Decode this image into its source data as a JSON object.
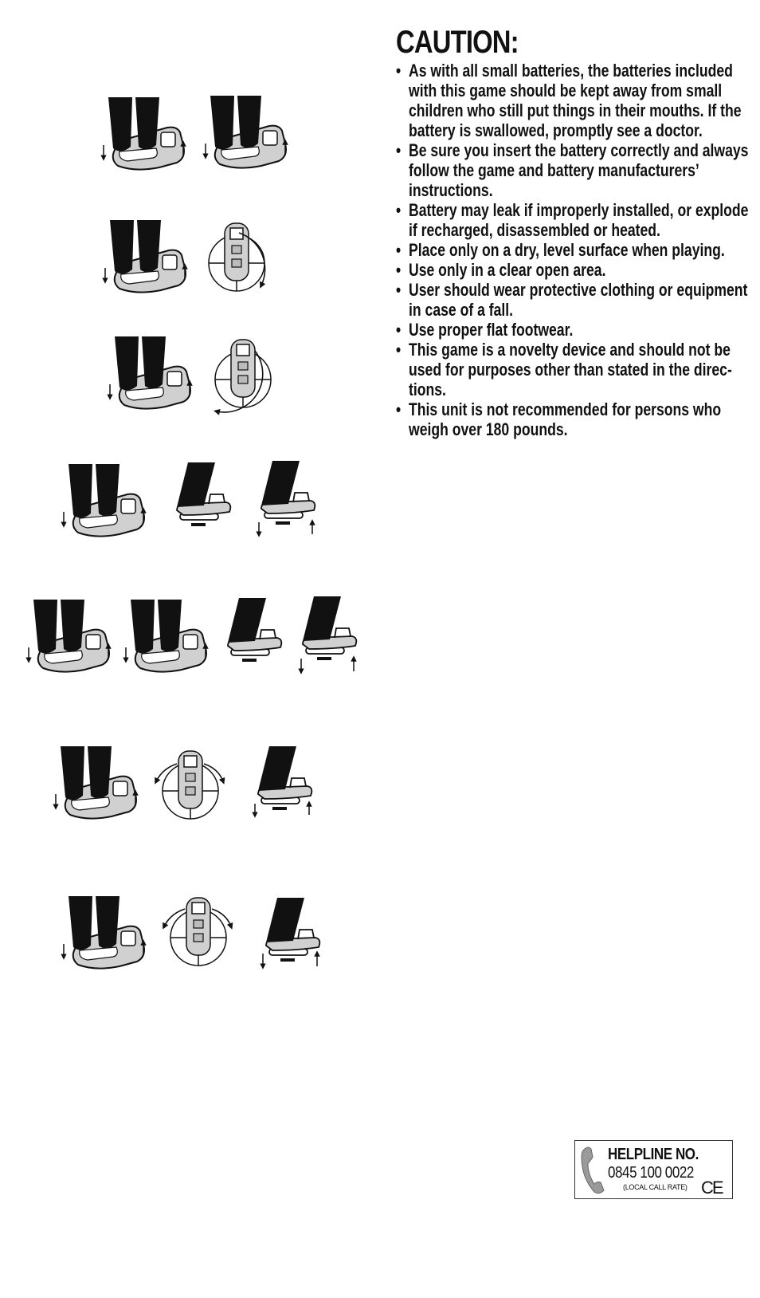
{
  "caution": {
    "heading": "CAUTION:",
    "items": [
      "As with all small batteries, the batteries included with this game should be kept away from small children who still put things in their mouths.  If the battery is swallowed, promptly see a doctor.",
      "Be sure you insert the battery correctly and always follow the game and battery manufacturers’ instructions.",
      "Battery may leak if improperly installed, or explode if recharged, disassembled or heated.",
      "Place only on a dry, level surface when playing.",
      "Use only in a clear open area.",
      "User should wear protective clothing or equipment in case of a fall.",
      "Use proper flat footwear.",
      "This game is a novelty device and should not be used for purposes other than stated in the direc-tions.",
      "This unit is not recommended for persons who weigh over 180 pounds."
    ]
  },
  "helpline": {
    "title": "HELPLINE NO.",
    "number": "0845 100 0022",
    "rate": "(LOCAL CALL RATE)",
    "mark": "CE",
    "icon": "telephone-handset-icon"
  },
  "figures": {
    "colors": {
      "ink": "#111111",
      "pad": "#d0d0d0",
      "paper": "#ffffff"
    },
    "rows": [
      {
        "name": "row-1",
        "items": [
          "front",
          "front"
        ]
      },
      {
        "name": "row-2",
        "items": [
          "front",
          "compass-cw"
        ]
      },
      {
        "name": "row-3",
        "items": [
          "front",
          "compass-ccw"
        ]
      },
      {
        "name": "row-4",
        "items": [
          "front",
          "side",
          "side-rock"
        ]
      },
      {
        "name": "row-5",
        "items": [
          "front",
          "front",
          "side",
          "side-rock"
        ]
      },
      {
        "name": "row-6",
        "items": [
          "front",
          "compass-both",
          "side-rock"
        ]
      },
      {
        "name": "row-7",
        "items": [
          "front",
          "compass-both",
          "side-rock"
        ]
      }
    ]
  }
}
